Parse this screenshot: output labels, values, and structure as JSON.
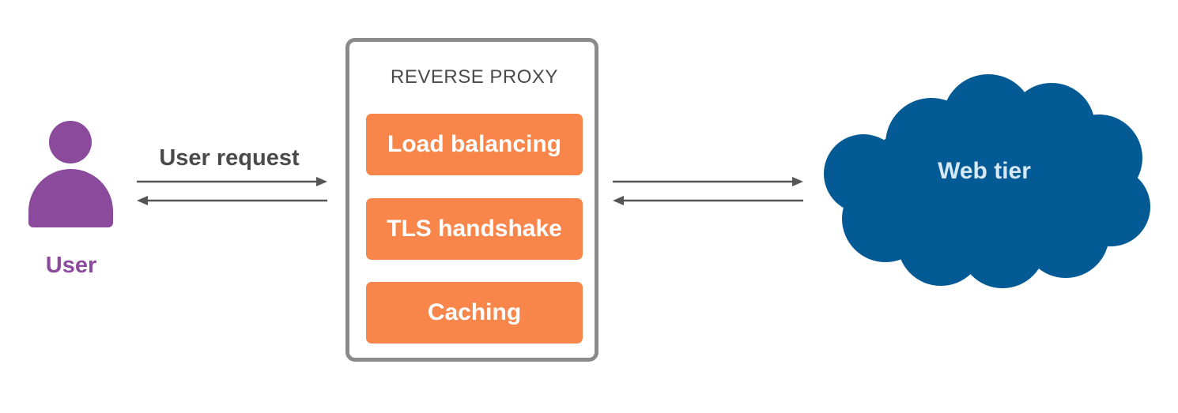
{
  "user": {
    "label": "User",
    "icon": "user-icon",
    "color": "#8b4a9c"
  },
  "request_label": "User request",
  "proxy": {
    "title": "REVERSE PROXY",
    "features": [
      "Load balancing",
      "TLS handshake",
      "Caching"
    ],
    "feature_color": "#f8864a",
    "border_color": "#8a8a8a"
  },
  "web_tier": {
    "label": "Web tier",
    "color": "#045a94"
  },
  "arrow_color": "#4a4a4a"
}
